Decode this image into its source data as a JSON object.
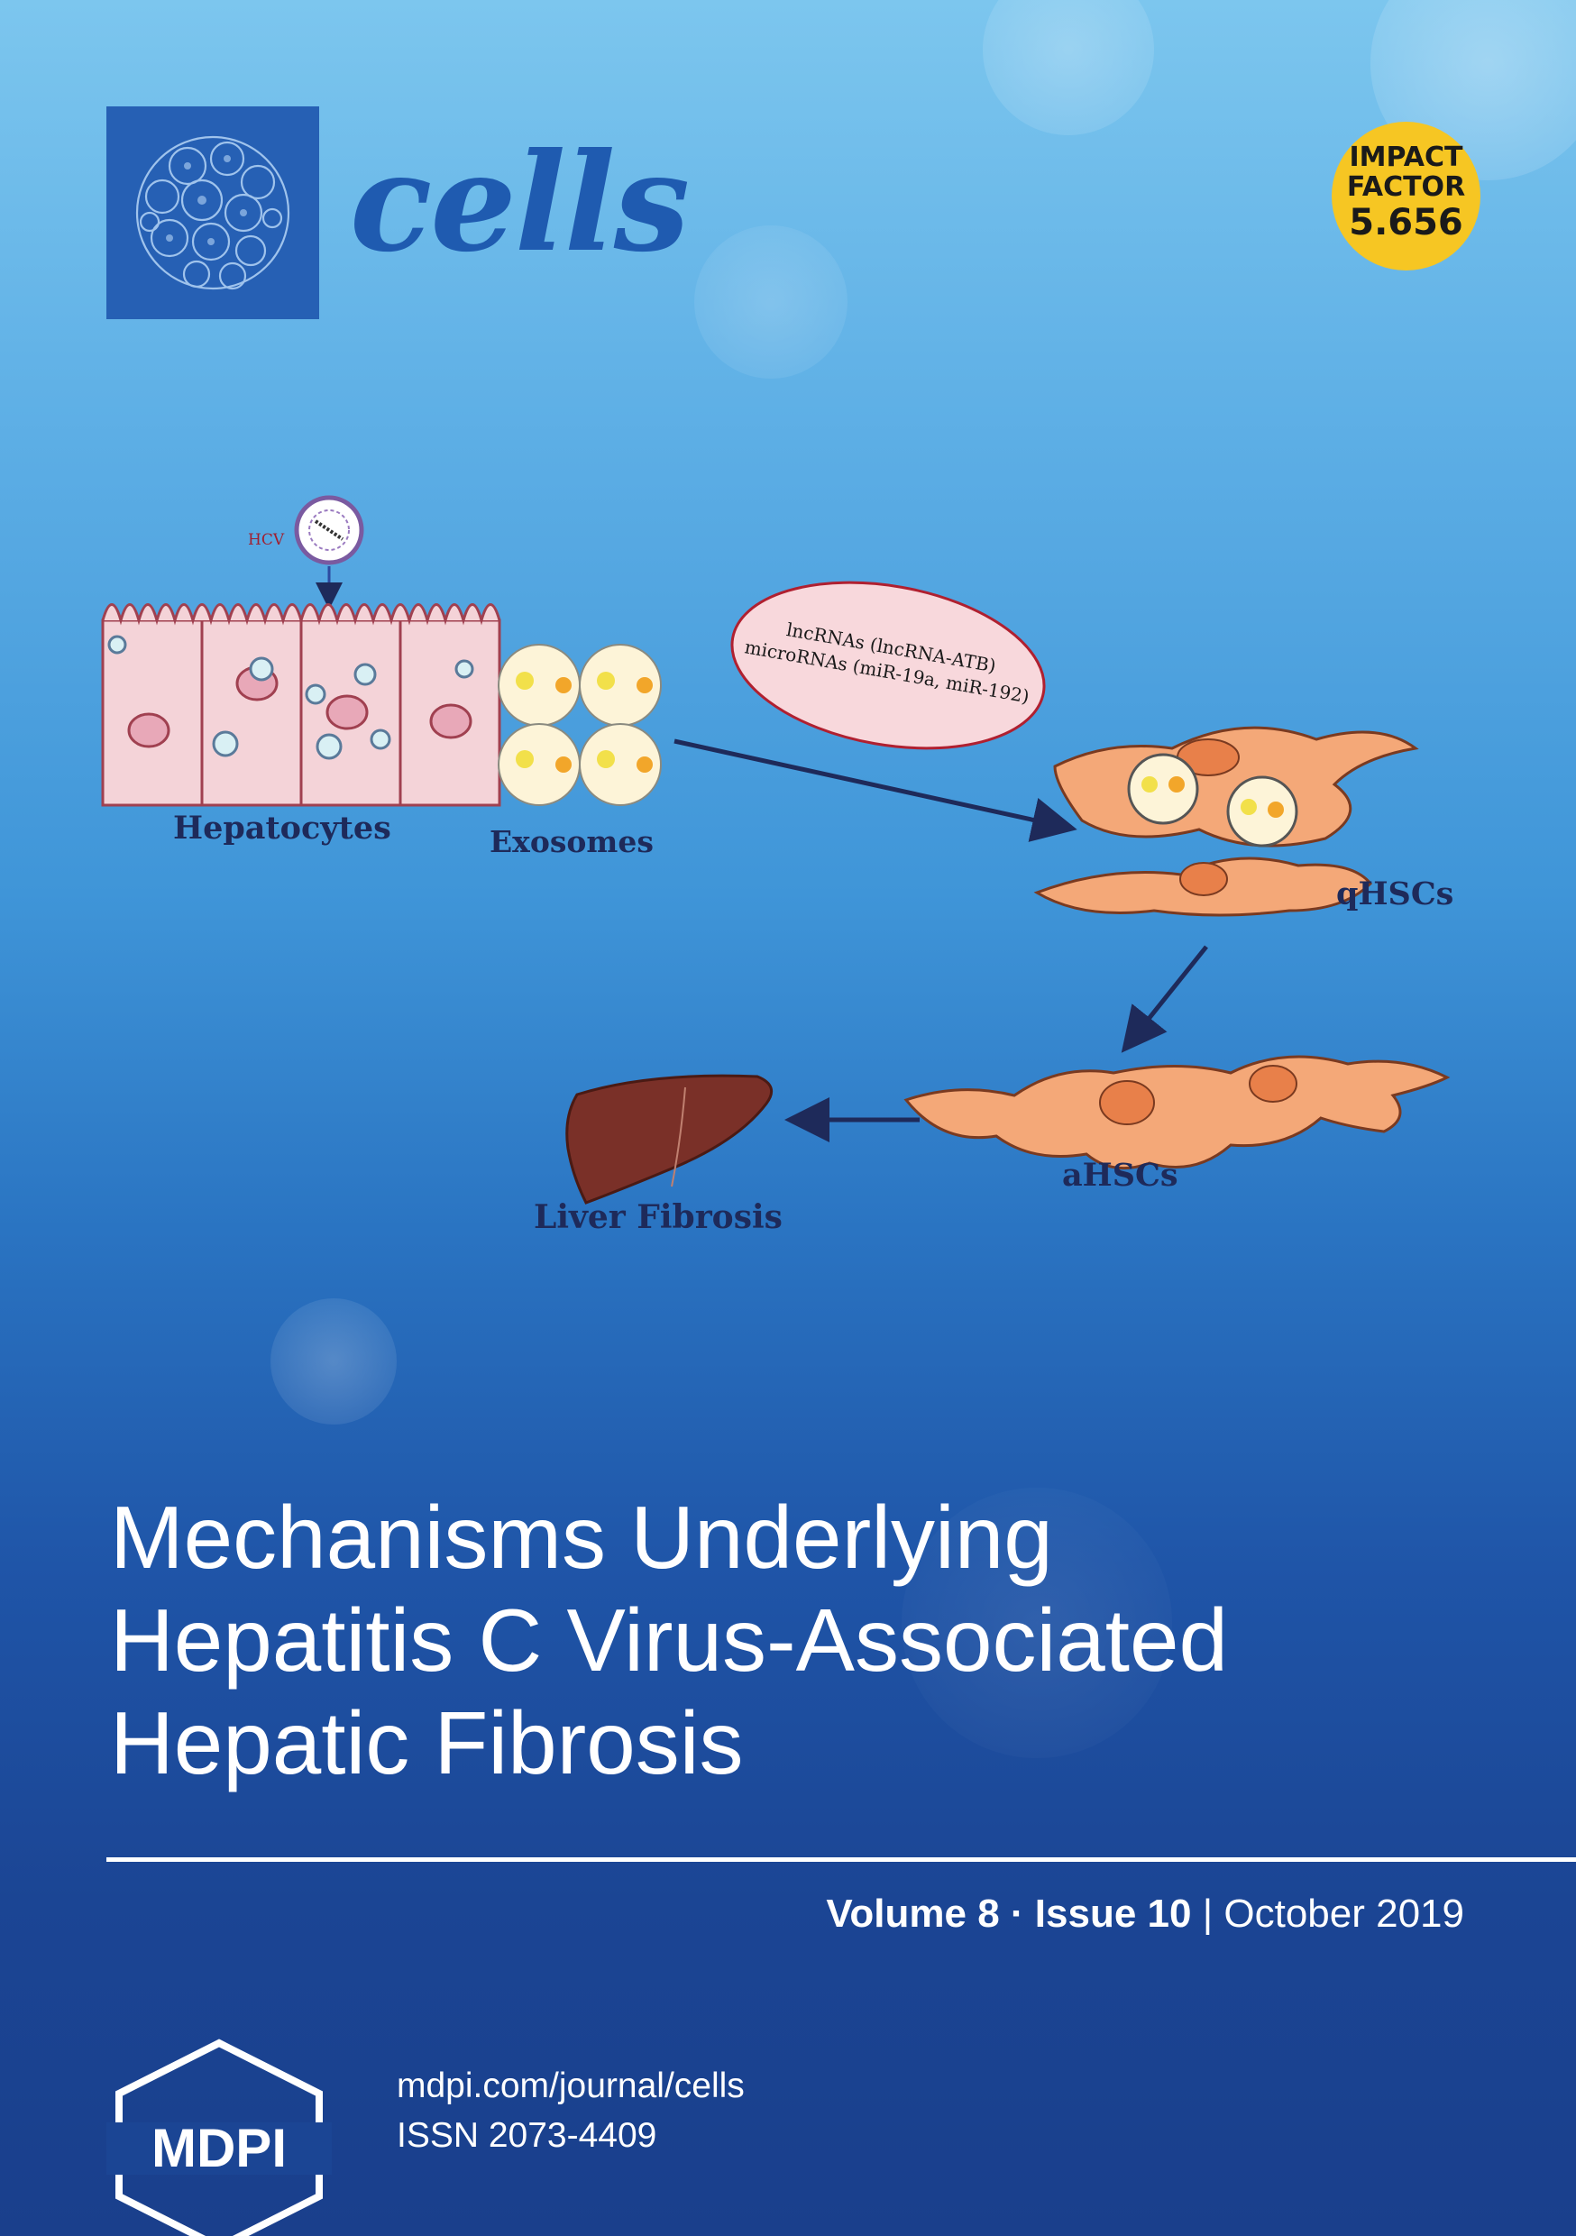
{
  "journal": {
    "name": "cells",
    "logo_icon": "cell-cluster-icon"
  },
  "impact_factor": {
    "line1": "IMPACT",
    "line2": "FACTOR",
    "value": "5.656",
    "color": "#f6c623"
  },
  "figure": {
    "hcv_label": "HCV",
    "hepatocytes_label": "Hepatocytes",
    "exosomes_label": "Exosomes",
    "ellipse_line1": "lncRNAs (lncRNA-ATB)",
    "ellipse_line2": "microRNAs (miR-19a,  miR-192)",
    "qhsc_label": "qHSCs",
    "ahsc_label": "aHSCs",
    "liver_label": "Liver Fibrosis"
  },
  "article": {
    "title_lines": [
      "Mechanisms Underlying",
      "Hepatitis C Virus-Associated",
      "Hepatic Fibrosis"
    ]
  },
  "issue": {
    "volume": "Volume 8",
    "separator": " · ",
    "issue": "Issue 10",
    "divider": " | ",
    "date": "October 2019"
  },
  "publisher": {
    "logo_text": "MDPI",
    "url": "mdpi.com/journal/cells",
    "issn": "ISSN 2073-4409"
  },
  "colors": {
    "brand_blue": "#2660b4",
    "cell_orange": "#f0a070",
    "hepatocyte_pink": "#f2d0d6"
  }
}
